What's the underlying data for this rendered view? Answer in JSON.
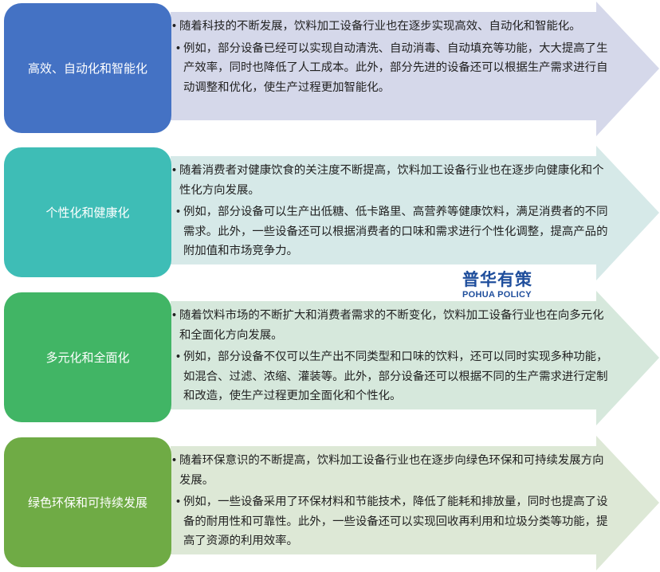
{
  "rows": [
    {
      "label": "高效、自动化和智能化",
      "label_color": "#4472C4",
      "arrow_color": "#D5D8EA",
      "bullets": [
        "随着科技的不断发展，饮料加工设备行业也在逐步实现高效、自动化和智能化。",
        "例如，部分设备已经可以实现自动清洗、自动消毒、自动填充等功能，大大提高了生产效率，同时也降低了人工成本。此外，部分先进的设备还可以根据生产需求进行自动调整和优化，使生产过程更加智能化。"
      ]
    },
    {
      "label": "个性化和健康化",
      "label_color": "#3EBDB6",
      "arrow_color": "#D6E9E8",
      "bullets": [
        "随着消费者对健康饮食的关注度不断提高，饮料加工设备行业也在逐步向健康化和个性化方向发展。",
        "例如，部分设备可以生产出低糖、低卡路里、高营养等健康饮料，满足消费者的不同需求。此外，一些设备还可以根据消费者的口味和需求进行个性化调整，提高产品的附加值和市场竞争力。"
      ]
    },
    {
      "label": "多元化和全面化",
      "label_color": "#41B565",
      "arrow_color": "#D6E8DC",
      "bullets": [
        "随着饮料市场的不断扩大和消费者需求的不断变化，饮料加工设备行业也在向多元化和全面化方向发展。",
        "例如，部分设备不仅可以生产出不同类型和口味的饮料，还可以同时实现多种功能，如混合、过滤、浓缩、灌装等。此外，部分设备还可以根据不同的生产需求进行定制和改造，使生产过程更加全面化和个性化。"
      ]
    },
    {
      "label": "绿色环保和可持续发展",
      "label_color": "#6FAB45",
      "arrow_color": "#DDE8D6",
      "bullets": [
        "随着环保意识的不断提高，饮料加工设备行业也在逐步向绿色环保和可持续发展方向发展。",
        "例如，一些设备采用了环保材料和节能技术，降低了能耗和排放量，同时也提高了设备的耐用性和可靠性。此外，一些设备还可以实现回收再利用和垃圾分类等功能，提高了资源的利用效率。"
      ]
    }
  ],
  "watermark": {
    "cn": "普华有策",
    "en": "POHUA POLICY"
  }
}
